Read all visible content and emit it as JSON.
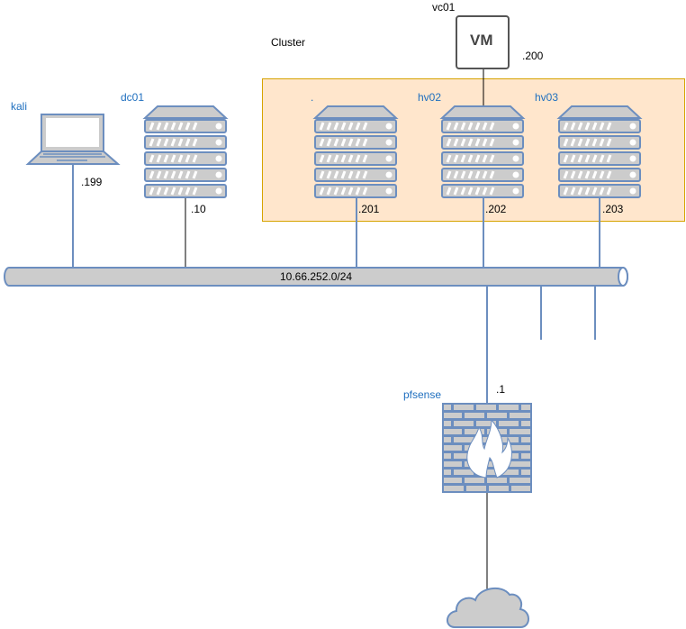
{
  "diagram": {
    "cluster": {
      "label": "Cluster",
      "fill": "#ffe6cc",
      "border": "#d6a300"
    },
    "network": {
      "label": "10.66.252.0/24"
    },
    "nodes": {
      "kali": {
        "name": "kali",
        "ip": ".199",
        "type": "laptop"
      },
      "dc01": {
        "name": "dc01",
        "ip": ".10",
        "type": "server"
      },
      "hv01": {
        "name": ".",
        "ip": ".201",
        "type": "server"
      },
      "hv02": {
        "name": "hv02",
        "ip": ".202",
        "type": "server"
      },
      "hv03": {
        "name": "hv03",
        "ip": ".203",
        "type": "server"
      },
      "vc01": {
        "name": "vc01",
        "ip": ".200",
        "type": "vm",
        "glyph": "VM"
      },
      "pfsense": {
        "name": "pfsense",
        "ip": ".1",
        "type": "firewall"
      },
      "internet": {
        "type": "cloud"
      }
    },
    "colors": {
      "icon_stroke": "#6c8ebf",
      "icon_fill": "#cccccc",
      "label_blue": "#1f6fbf"
    }
  }
}
